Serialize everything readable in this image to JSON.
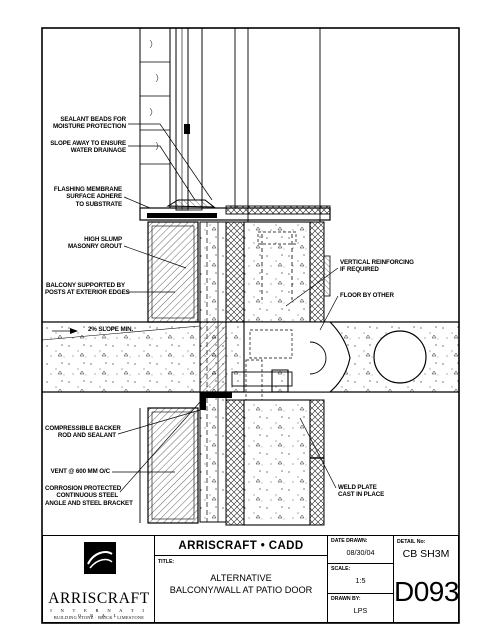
{
  "notes": {
    "sealant": [
      "SEALANT BEADS FOR",
      "MOISTURE PROTECTION"
    ],
    "slope_away": [
      "SLOPE AWAY TO ENSURE",
      "WATER DRAINAGE"
    ],
    "flashing": [
      "FLASHING MEMBRANE",
      "SURFACE ADHERE",
      "TO SUBSTRATE"
    ],
    "grout": [
      "HIGH SLUMP",
      "MASONRY GROUT"
    ],
    "balcony": [
      "BALCONY SUPPORTED BY",
      "POSTS AT EXTERIOR EDGES"
    ],
    "slope_min": "2% SLOPE MIN.",
    "backer": [
      "COMPRESSIBLE BACKER",
      "ROD AND SEALANT"
    ],
    "vent": "VENT @ 600 MM O/C",
    "angle": [
      "CORROSION PROTECTED",
      "CONTINUOUS STEEL",
      "ANGLE AND STEEL BRACKET"
    ],
    "reinforcing": [
      "VERTICAL REINFORCING",
      "IF REQUIRED"
    ],
    "floor": "FLOOR BY OTHER",
    "weld": [
      "WELD PLATE",
      "CAST IN PLACE"
    ]
  },
  "title_block": {
    "brand": "ARRISCRAFT",
    "brand_sub": "I N T E R N A T I O N A L",
    "tagline": "BUILDING STONE · BRICK · LIMESTONE",
    "company": "ARRISCRAFT • CADD",
    "title_label": "TITLE:",
    "title_line1": "ALTERNATIVE",
    "title_line2": "BALCONY/WALL AT PATIO DOOR",
    "date_label": "DATE DRAWN:",
    "date_value": "08/30/04",
    "scale_label": "SCALE:",
    "scale_value": "1:5",
    "drawn_label": "DRAWN BY:",
    "drawn_value": "LPS",
    "detail_label": "DETAIL No:",
    "detail_code": "CB SH3M",
    "detail_number": "D093"
  },
  "colors": {
    "ink": "#000000",
    "paper": "#ffffff",
    "hatch": "#222222"
  }
}
